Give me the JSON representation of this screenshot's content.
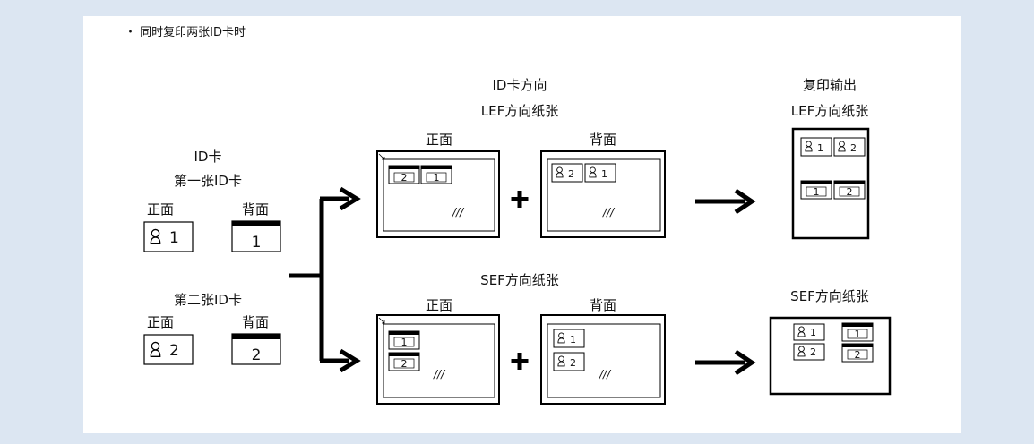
{
  "bullet_text": "・ 同时复印两张ID卡时",
  "glass_mark": "///",
  "id_cards": {
    "title": "ID卡",
    "first_card": "第一张ID卡",
    "second_card": "第二张ID卡",
    "front": "正面",
    "back": "背面",
    "num1": "1",
    "num2": "2"
  },
  "orientation": {
    "title": "ID卡方向",
    "lef_paper": "LEF方向纸张",
    "sef_paper": "SEF方向纸张",
    "front": "正面",
    "back": "背面",
    "plus": "+"
  },
  "output": {
    "title": "复印输出",
    "lef_paper": "LEF方向纸张",
    "sef_paper": "SEF方向纸张"
  }
}
